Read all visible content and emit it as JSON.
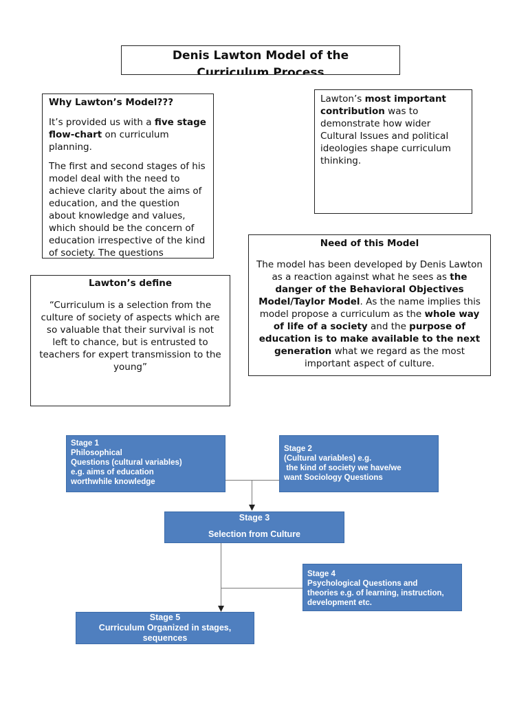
{
  "title": {
    "line1": "Denis Lawton Model of the",
    "line2": "Curriculum Process"
  },
  "why_box": {
    "heading": "Why Lawton’s Model???",
    "p1_pre": "It’s provided us with a ",
    "p1_bold": "five stage flow-chart",
    "p1_post": " on curriculum planning.",
    "p2": "The first and second stages of his model deal with the need to achieve clarity about the aims of education, and the question about knowledge and values, which should be the concern of education irrespective of the kind of society. The questions"
  },
  "contribution_box": {
    "pre": "Lawton’s ",
    "bold": "most important contribution",
    "post": " was to demonstrate how wider Cultural Issues and political ideologies shape curriculum thinking."
  },
  "need_box": {
    "heading": "Need of this Model",
    "t1": "The model has been developed by Denis Lawton as a reaction against what he sees as ",
    "b1": "the danger of the Behavioral Objectives Model/Taylor Model",
    "t2": ". As the name implies this model propose a curriculum as the ",
    "b2": "whole way of life of a society",
    "t3": " and the ",
    "b3": "purpose of education is to make available to the next generation",
    "t4": " what we regard as the most important aspect of culture."
  },
  "define_box": {
    "heading": "Lawton’s define",
    "quote": "“Curriculum is a selection from the culture of society of aspects which are so valuable that their survival is not left to chance, but is entrusted to teachers for expert transmission to the young”"
  },
  "stages": {
    "s1": {
      "label": "Stage 1",
      "l2": "Philosophical",
      "l3": "Questions (cultural variables)",
      "l4": "e.g. aims of education",
      "l5": "worthwhile knowledge"
    },
    "s2": {
      "label": "Stage 2",
      "l2": "(Cultural variables) e.g.",
      "l3": " the kind of society we have/we",
      "l4": "want Sociology Questions"
    },
    "s3": {
      "label": "Stage 3",
      "l2": "Selection from Culture"
    },
    "s4": {
      "label": "Stage 4",
      "l2": "Psychological Questions and",
      "l3": "theories e.g. of learning, instruction,",
      "l4": "development etc."
    },
    "s5": {
      "label": "Stage 5",
      "l2": "Curriculum Organized in stages,",
      "l3": "sequences"
    }
  },
  "colors": {
    "stage_fill": "#4f7fbf",
    "stage_text": "#ffffff",
    "connector": "#7a7a7a"
  }
}
